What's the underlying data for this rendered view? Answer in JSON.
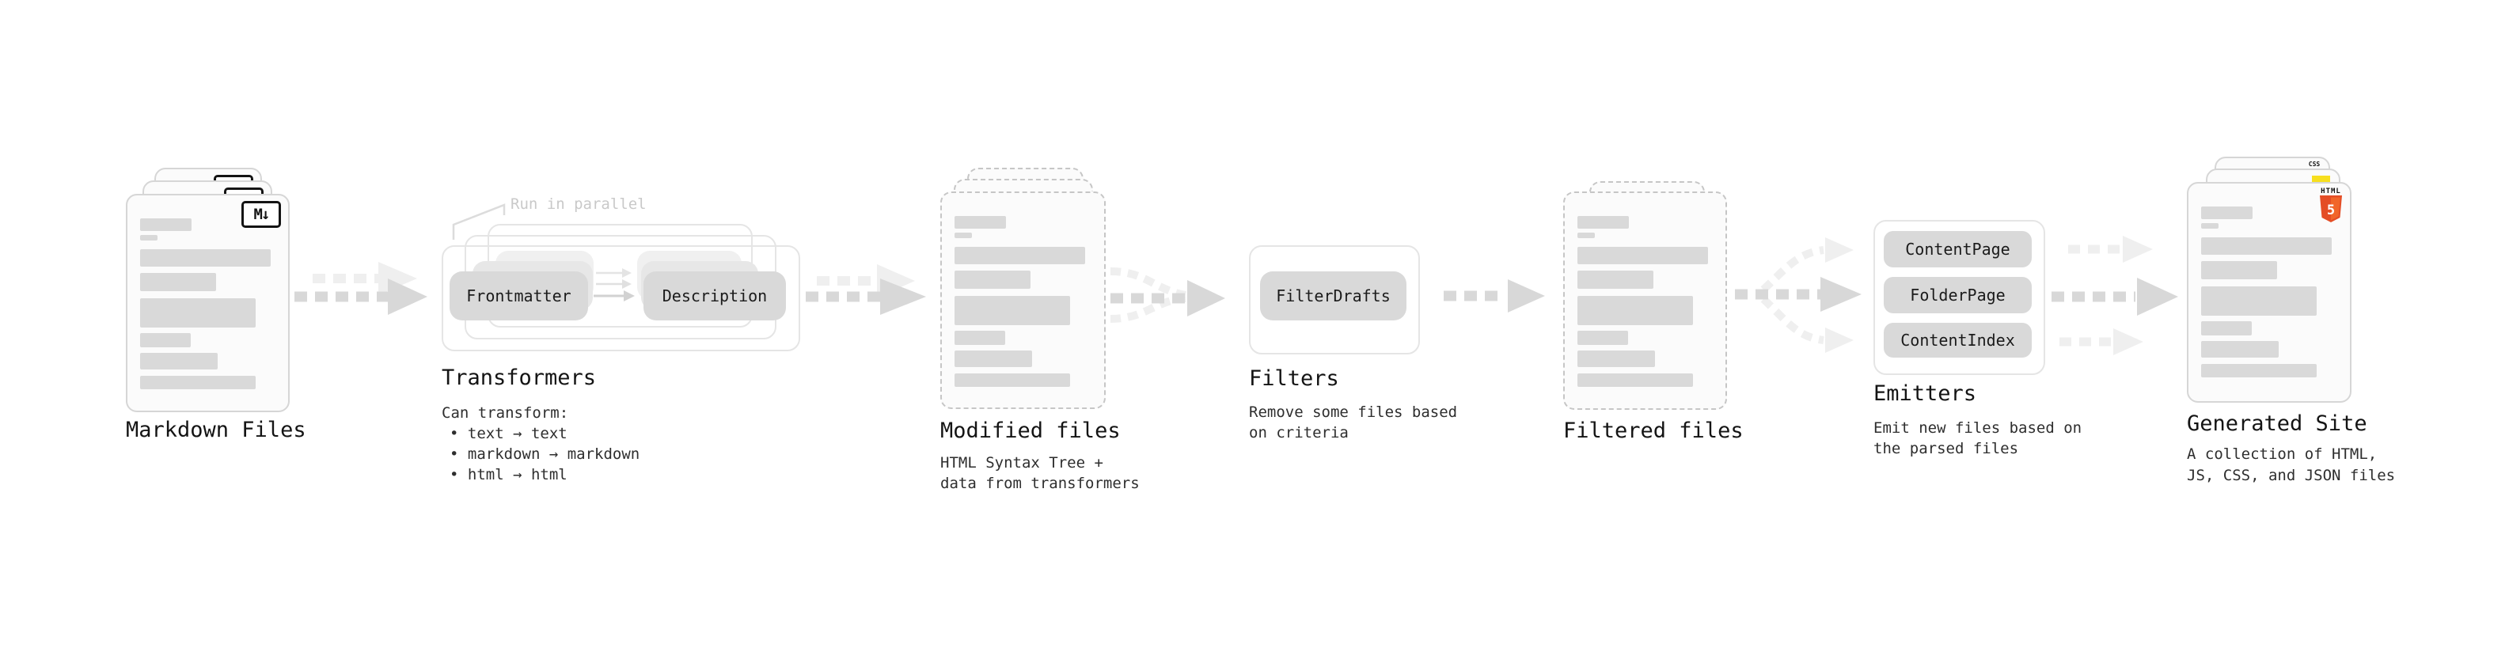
{
  "diagram": {
    "markdown_files": {
      "label": "Markdown Files",
      "icon_label": "M↓"
    },
    "transformers": {
      "title": "Transformers",
      "parallel_note": "Run in parallel",
      "box_frontmatter": "Frontmatter",
      "box_description": "Description",
      "caption": "Can transform:",
      "bullets": [
        "text → text",
        "markdown → markdown",
        "html → html"
      ]
    },
    "modified_files": {
      "label": "Modified files",
      "caption_line_1": "HTML Syntax Tree +",
      "caption_line_2": "data from transformers"
    },
    "filters": {
      "title": "Filters",
      "box_filterdrafts": "FilterDrafts",
      "caption_line_1": "Remove some files based",
      "caption_line_2": "on criteria"
    },
    "filtered_files": {
      "label": "Filtered files"
    },
    "emitters": {
      "title": "Emitters",
      "box_contentpage": "ContentPage",
      "box_folderpage": "FolderPage",
      "box_contentindex": "ContentIndex",
      "caption_line_1": "Emit new files based on",
      "caption_line_2": "the parsed files"
    },
    "generated_site": {
      "label": "Generated Site",
      "caption_line_1": "A collection of HTML,",
      "caption_line_2": "JS, CSS, and JSON files",
      "css_badge_label": "CSS",
      "html_badge_label": "HTML",
      "html5_badge_number": "5"
    },
    "colors": {
      "doc_border": "#d6d6d6",
      "doc_dashed_border": "#c6c6c6",
      "doc_fill": "#fbfbfb",
      "skeleton_gray": "#d9d9d9",
      "box_fill": "#d9d9d9",
      "frame_border": "#e5e5e5",
      "arrow_dark": "#d8d8d8",
      "arrow_light": "#efefef",
      "note_gray": "#c9c9c9",
      "html5_orange": "#e44d26",
      "html5_orange_light": "#f16529",
      "js_yellow": "#f7df1e",
      "css_blue": "#2965f1"
    }
  }
}
